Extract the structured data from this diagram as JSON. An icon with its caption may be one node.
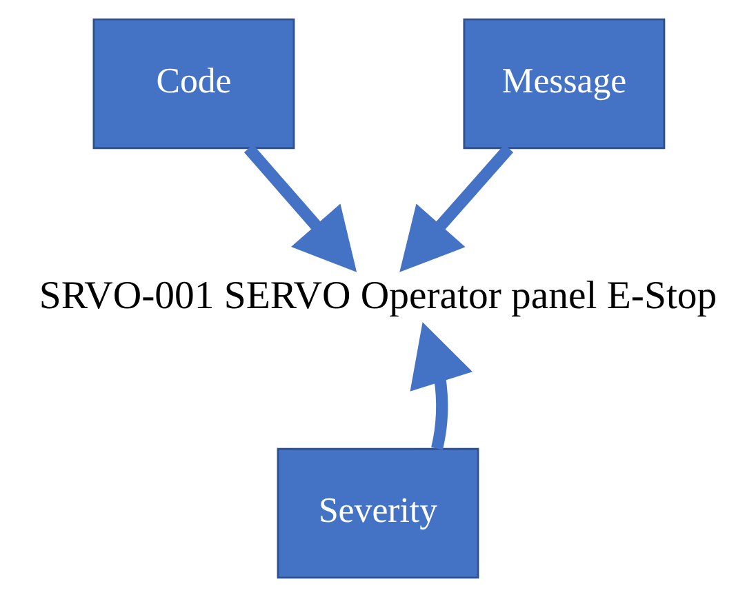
{
  "diagram": {
    "nodes": [
      {
        "text": [
          "Code"
        ]
      },
      {
        "text": [
          "Message"
        ]
      },
      {
        "text": [
          "SRVO-001 SERVO Operator panel E-Stop"
        ]
      },
      {
        "text": [
          "Severity"
        ]
      }
    ],
    "edges": [
      {
        "from": 0,
        "to": 2,
        "arrow": "to"
      },
      {
        "from": 1,
        "to": 2,
        "arrow": "to"
      },
      {
        "from": 3,
        "to": 2,
        "arrow": "to"
      }
    ]
  }
}
